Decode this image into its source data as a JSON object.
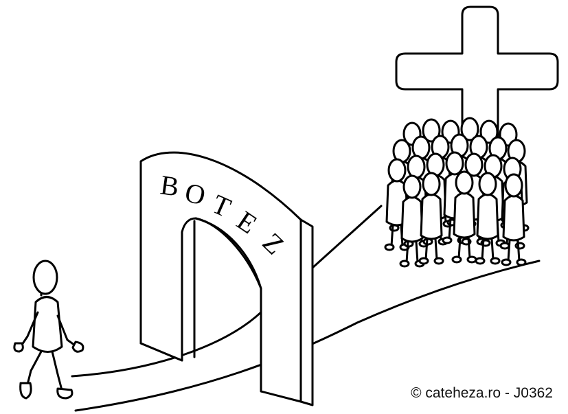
{
  "illustration": {
    "arch_letters": [
      "B",
      "O",
      "T",
      "E",
      "Z"
    ],
    "credit": "© cateheza.ro - J0362"
  },
  "icons": [
    "walking-person-icon",
    "arch-gate-icon",
    "cross-icon",
    "crowd-icon",
    "path-icon"
  ]
}
